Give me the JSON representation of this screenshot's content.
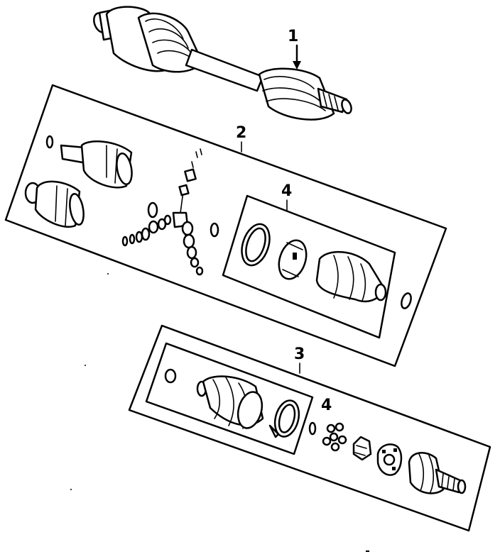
{
  "diagram": {
    "callouts": [
      {
        "id": "axle-assembly",
        "label": "1"
      },
      {
        "id": "inner-joint-kit",
        "label": "2"
      },
      {
        "id": "outer-joint-kit",
        "label": "3"
      },
      {
        "id": "boot-kit-upper",
        "label": "4"
      },
      {
        "id": "boot-kit-lower",
        "label": "4"
      }
    ],
    "colors": {
      "line": "#000000",
      "background": "#ffffff"
    }
  }
}
